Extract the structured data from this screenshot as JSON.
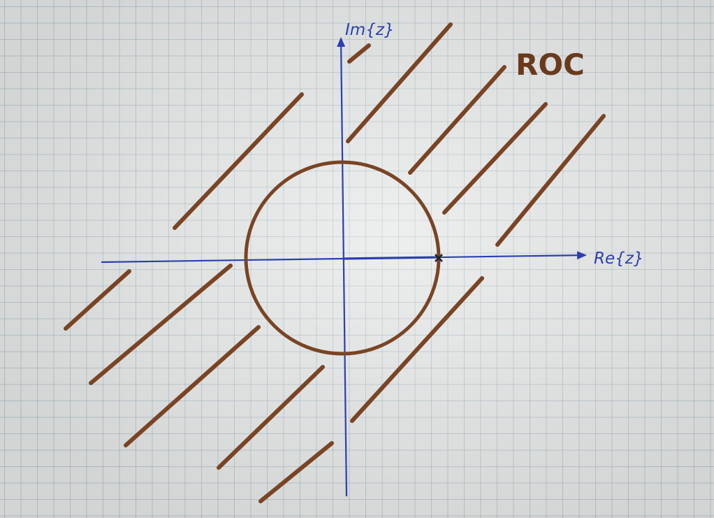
{
  "diagram": {
    "x_axis_label": "Re{z}",
    "y_axis_label": "Im{z}",
    "region_label": "ROC",
    "colors": {
      "axis": "#2b3fb0",
      "marker": "#7a4424",
      "pole": "#222222"
    }
  }
}
